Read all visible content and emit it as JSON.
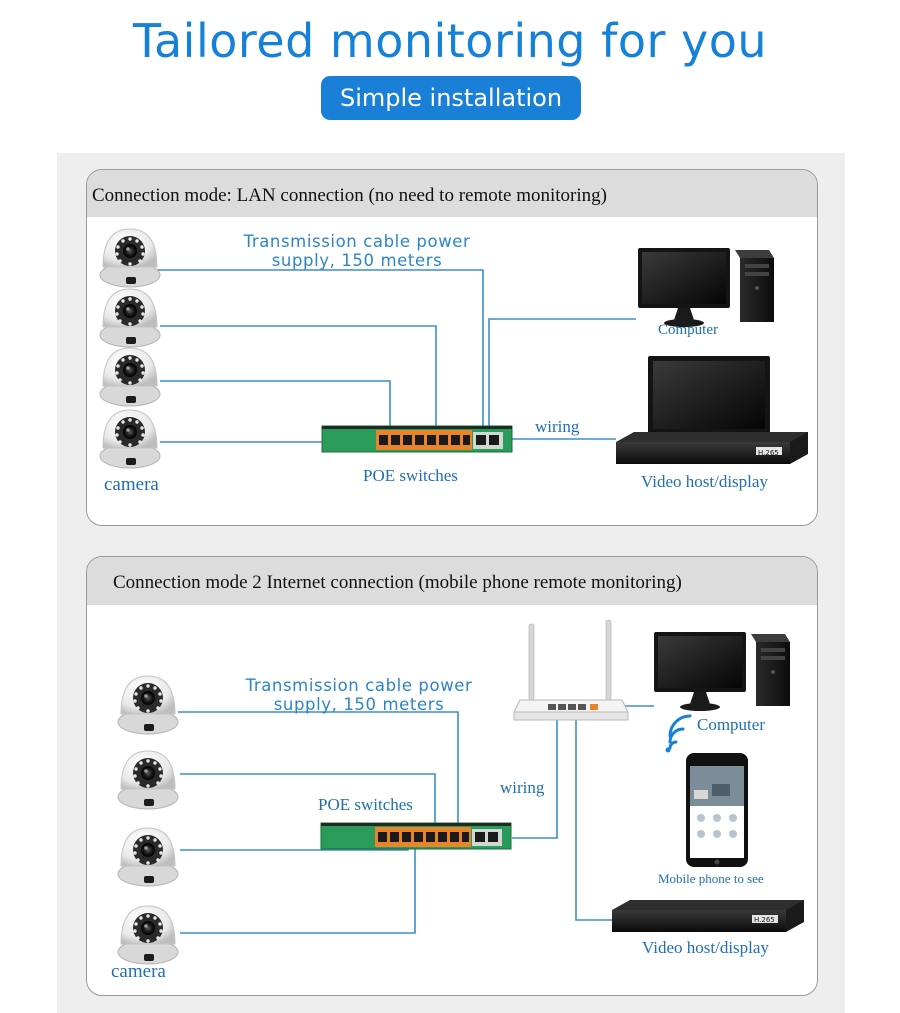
{
  "header": {
    "title": "Tailored monitoring for you",
    "badge": "Simple installation"
  },
  "panels": [
    {
      "title": "Connection mode: LAN connection (no need to remote monitoring)",
      "cable_line1": "Transmission cable power",
      "cable_line2": "supply, 150 meters",
      "camera_label": "camera",
      "switch_label": "POE switches",
      "wiring_label": "wiring",
      "computer_label": "Computer",
      "nvr_label": "Video host/display"
    },
    {
      "title": "Connection mode 2 Internet connection (mobile phone remote monitoring)",
      "cable_line1": "Transmission cable power",
      "cable_line2": "supply, 150 meters",
      "camera_label": "camera",
      "switch_label": "POE switches",
      "wiring_label": "wiring",
      "computer_label": "Computer",
      "phone_label": "Mobile phone to see",
      "nvr_label": "Video host/display"
    }
  ],
  "device_text": {
    "nvr_badge": "H.265"
  },
  "colors": {
    "accent": "#1a7fd6",
    "wire": "#3a8fc8",
    "switch_body": "#2a9b58",
    "port_orange": "#e8842a"
  }
}
